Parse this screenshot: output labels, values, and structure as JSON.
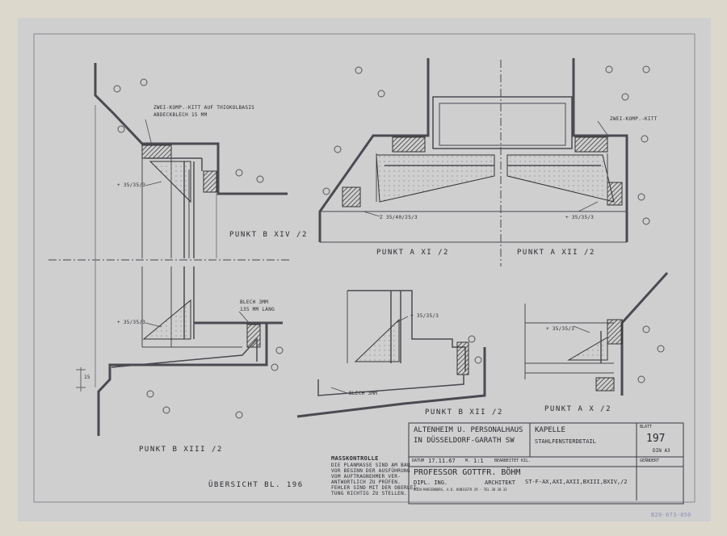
{
  "sheet": {
    "annotations": {
      "punkt_b14": "PUNKT  B XIV /2",
      "punkt_a12_left": "PUNKT  A XI /2",
      "punkt_a12_right": "PUNKT  A XII /2",
      "punkt_b13": "PUNKT  B XIII /2",
      "punkt_b12": "PUNKT  B XII /2",
      "punkt_a10": "PUNKT  A X /2",
      "kitt_note_1": "ZWEI-KOMP.-KITT AUF THIOKOLBASIS",
      "kitt_note_2": "ABDECKBLECH 15 MM",
      "kitt_right": "ZWEI-KOMP.-KITT",
      "profile_1": "+ 35/35/3",
      "profile_2": "+ 35/35/3",
      "profile_3": "+ 35/35/3",
      "profile_4": "+ 35/35/3",
      "profile_5": "+ 35/35/3",
      "profile_z": "Z 35/40/25/3",
      "blech_1": "BLECH 3MM",
      "blech_2": "135 MM LANG",
      "blech_3": "BLECH 3MM",
      "dim_15": "15",
      "overview": "ÜBERSICHT   BL. 196",
      "masskontrolle_title": "MASSKONTROLLE",
      "masskontrolle_lines": [
        "DIE PLANMASSE SIND AM BAU",
        "VOR BEGINN DER AUSFÜHRUNG",
        "VOM AUFTRAGNEHMER VER-",
        "ANTWORTLICH ZU PRÜFEN.",
        "FEHLER SIND MIT DER OBERLEI-",
        "TUNG RICHTIG ZU STELLEN."
      ]
    },
    "title_block": {
      "project_line_1": "ALTENHEIM U. PERSONALHAUS",
      "project_line_2": "IN DÜSSELDORF-GARATH SW",
      "subject_1": "KAPELLE",
      "subject_2": "STAHLFENSTERDETAIL",
      "blatt_label": "BLATT",
      "blatt_number": "197",
      "format": "DIN A3",
      "datum_label": "DATUM",
      "datum": "17.11.67",
      "massstab_label": "M.",
      "massstab": "1:1",
      "bearbeiter": "BEARBEITET KIL.",
      "geaendert": "GEÄNDERT",
      "architect": "PROFESSOR GOTTFR. BÖHM",
      "dipl": "DIPL. ING.",
      "architekt_label": "ARCHITEKT",
      "address": "KÖLN-MARIENBURG, A.D. KONIGSTR 29 - TEL 38 38 33",
      "drawing_code": "ST-F-AX,AXI,AXII,BXIII,BXIV,/2"
    },
    "archive_number": "B20-073-850"
  }
}
